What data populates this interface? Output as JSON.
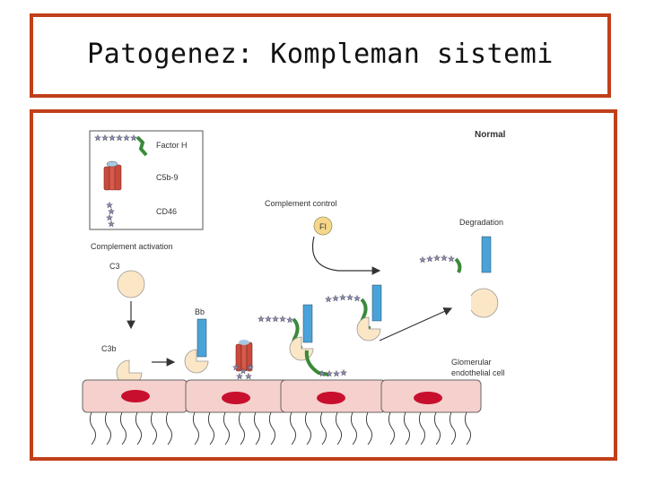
{
  "title": "Patogenez: Kompleman sistemi",
  "diagram": {
    "normal_label": "Normal",
    "legend": {
      "factor_h": "Factor H",
      "c5b9": "C5b-9",
      "cd46": "CD46"
    },
    "complement_activation": "Complement activation",
    "c3": "C3",
    "c3b": "C3b",
    "bb": "Bb",
    "complement_control": "Complement control",
    "fi": "FI",
    "degradation": "Degradation",
    "glomerular_line1": "Glomerular",
    "glomerular_line2": "endothelial cell"
  },
  "colors": {
    "border": "#c0401a",
    "cell_fill": "#f6d0cc",
    "nucleus": "#c8102e",
    "pacman": "#fbe7c6",
    "blue_bar": "#4aa3d8",
    "factor_h_green": "#3a8a3a",
    "star_purple": "#8a8ab8",
    "fi_circle": "#f6d78a"
  }
}
